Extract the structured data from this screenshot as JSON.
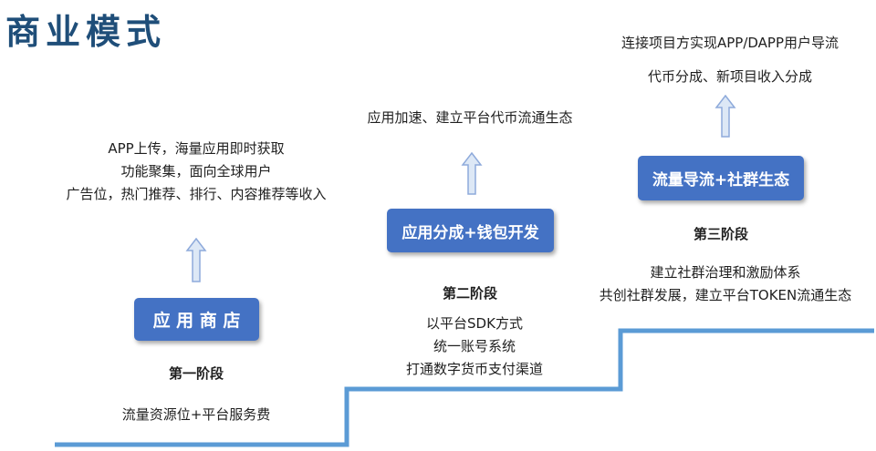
{
  "title": "商业模式",
  "stage1": {
    "box": "应 用 商 店",
    "label": "第一阶段",
    "top_lines": [
      "APP上传，海量应用即时获取",
      "功能聚集，面向全球用户",
      "广告位，热门推荐、排行、内容推荐等收入"
    ],
    "bottom_lines": [
      "流量资源位+平台服务费"
    ]
  },
  "stage2": {
    "box": "应用分成+钱包开发",
    "label": "第二阶段",
    "top_lines": [
      "应用加速、建立平台代币流通生态"
    ],
    "bottom_lines": [
      "以平台SDK方式",
      "统一账号系统",
      "打通数字货币支付渠道"
    ]
  },
  "stage3": {
    "box": "流量导流+社群生态",
    "label": "第三阶段",
    "top_lines": [
      "连接项目方实现APP/DAPP用户导流",
      "代币分成、新项目收入分成"
    ],
    "bottom_lines": [
      "建立社群治理和激励体系",
      "共创社群发展，建立平台TOKEN流通生态"
    ]
  },
  "colors": {
    "title": "#1f4e79",
    "box": "#4472c4",
    "stairs": "#5b9bd5",
    "arrow_fill": "#dde8f6",
    "arrow_stroke": "#8eaadb"
  }
}
